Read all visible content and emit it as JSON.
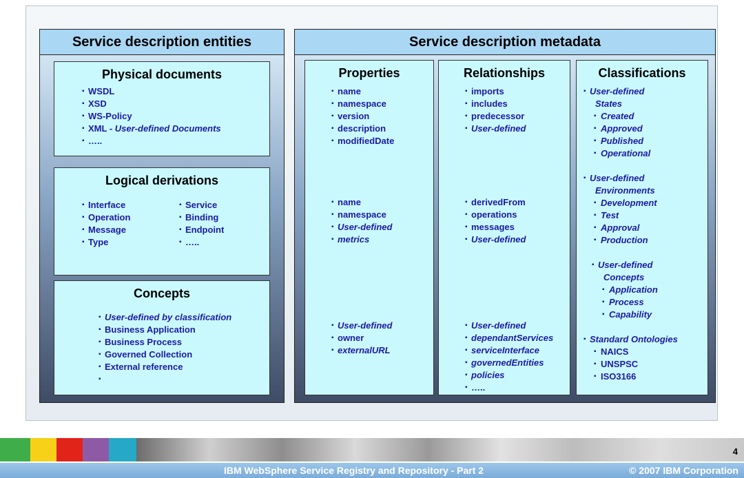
{
  "left_group": {
    "title": "Service description entities",
    "physical": {
      "title": "Physical documents",
      "items": [
        "WSDL",
        "XSD",
        "WS-Policy",
        "XML - ",
        "….."
      ],
      "xml_suffix": "User-defined Documents"
    },
    "logical": {
      "title": "Logical derivations",
      "col1": [
        "Interface",
        "Operation",
        "Message",
        "Type"
      ],
      "col2": [
        "Service",
        "Binding",
        "Endpoint",
        "….."
      ]
    },
    "concepts": {
      "title": "Concepts",
      "items": [
        "User-defined by classification",
        "Business Application",
        "Business Process",
        "Governed Collection",
        "External reference",
        ""
      ]
    }
  },
  "right_group": {
    "title": "Service description metadata",
    "properties": {
      "title": "Properties",
      "block1": [
        "name",
        "namespace",
        "version",
        "description",
        "modifiedDate"
      ],
      "block2": [
        "name",
        "namespace",
        "User-defined",
        "metrics"
      ],
      "block3": [
        "User-defined",
        "owner",
        "externalURL"
      ]
    },
    "relationships": {
      "title": "Relationships",
      "block1": [
        "imports",
        "includes",
        "predecessor",
        "User-defined"
      ],
      "block2": [
        "derivedFrom",
        "operations",
        "messages",
        "User-defined"
      ],
      "block3": [
        "User-defined",
        "dependantServices",
        "serviceInterface",
        "governedEntities",
        "policies",
        "….."
      ]
    },
    "classifications": {
      "title": "Classifications",
      "states": [
        "User-defined",
        "States",
        "Created",
        "Approved",
        "Published",
        "Operational"
      ],
      "environments": [
        "User-defined",
        "Environments",
        "Development",
        "Test",
        "Approval",
        "Production"
      ],
      "concepts": [
        "User-defined",
        "Concepts",
        "Application",
        "Process",
        "Capability"
      ],
      "ontologies": [
        "Standard Ontologies",
        "NAICS",
        "UNSPSC",
        "ISO3166"
      ]
    }
  },
  "footer": {
    "title": "IBM WebSphere Service Registry and Repository - Part 2",
    "copyright": "© 2007 IBM Corporation",
    "page_number": "4",
    "strip_colors": [
      "#3fae49",
      "#f7d117",
      "#e2231a",
      "#8e5aa6",
      "#25a9c7"
    ]
  }
}
